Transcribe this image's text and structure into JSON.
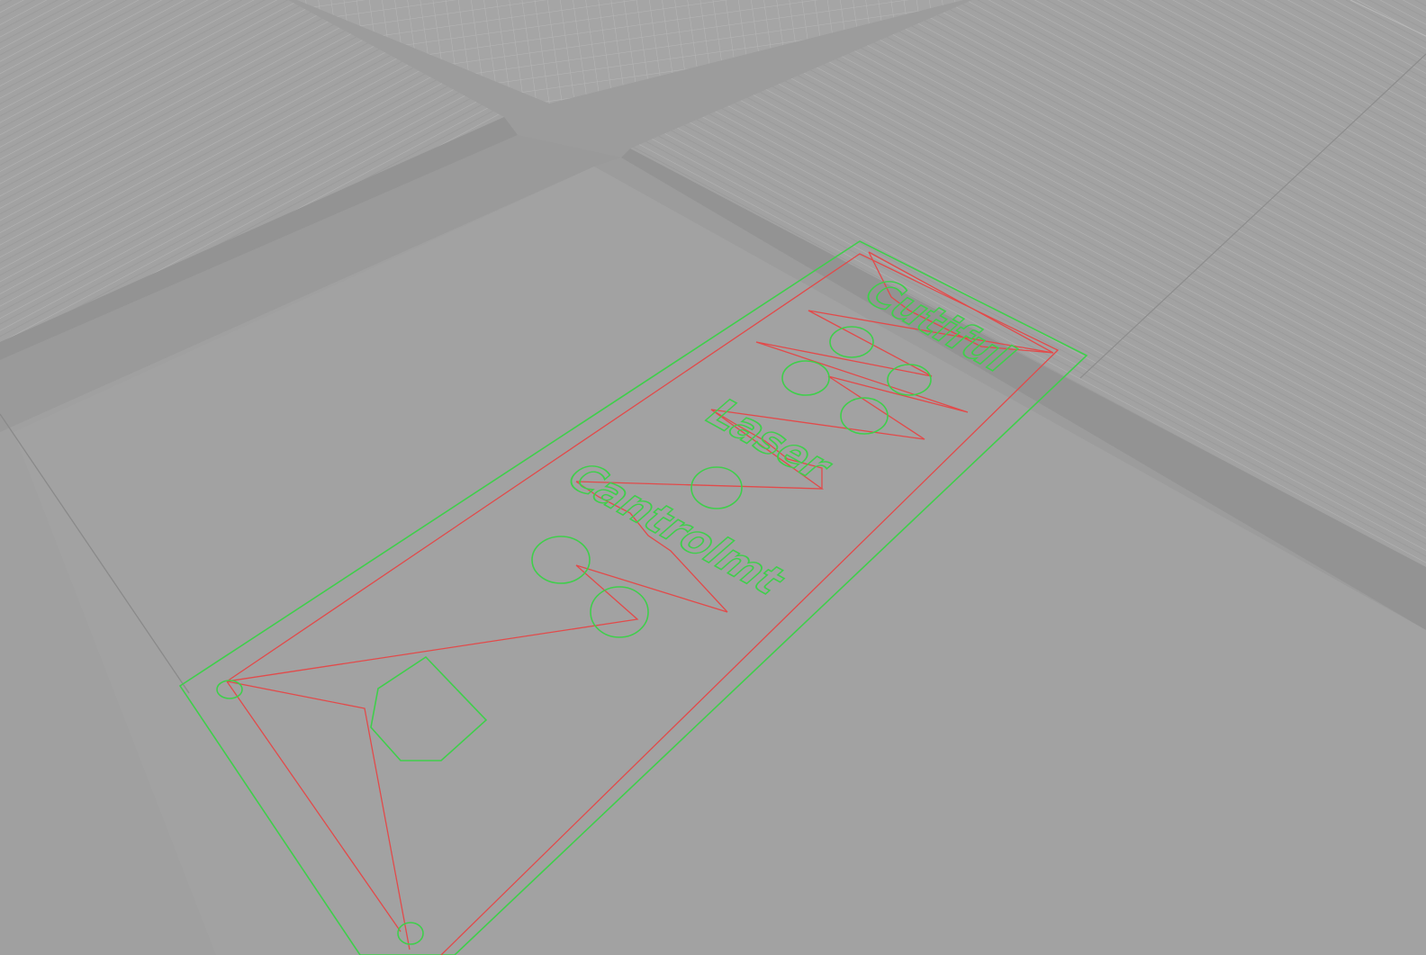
{
  "app": {
    "view": "3d-toolpath-preview"
  },
  "colors": {
    "background": "#9f9f9f",
    "platform_top": "#a3a3a3",
    "platform_side": "#949494",
    "grid_line": "#b2b2b2",
    "bed_edge": "#8a8a8a",
    "outline": "#3fcf4b",
    "travel": "#e24a4a"
  },
  "engraving": {
    "lines": [
      "Cutiful",
      "Laser",
      "Cantrolmt"
    ]
  }
}
